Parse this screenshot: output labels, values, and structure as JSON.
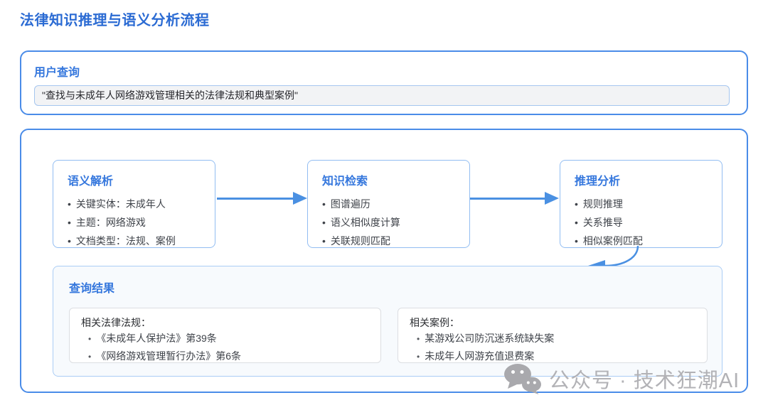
{
  "page": {
    "title": "法律知识推理与语义分析流程"
  },
  "user_query": {
    "label": "用户查询",
    "value": "\"查找与未成年人网络游戏管理相关的法律法规和典型案例\""
  },
  "flow": {
    "steps": [
      {
        "title": "语义解析",
        "items": [
          "关键实体：未成年人",
          "主题：网络游戏",
          "文档类型：法规、案例"
        ]
      },
      {
        "title": "知识检索",
        "items": [
          "图谱遍历",
          "语义相似度计算",
          "关联规则匹配"
        ]
      },
      {
        "title": "推理分析",
        "items": [
          "规则推理",
          "关系推导",
          "相似案例匹配"
        ]
      }
    ]
  },
  "results": {
    "title": "查询结果",
    "groups": [
      {
        "title": "相关法律法规：",
        "items": [
          "《未成年人保护法》第39条",
          "《网络游戏管理暂行办法》第6条"
        ]
      },
      {
        "title": "相关案例：",
        "items": [
          "某游戏公司防沉迷系统缺失案",
          "未成年人网游充值退费案"
        ]
      }
    ]
  },
  "watermark": {
    "icon": "wechat-icon",
    "text": "公众号 · 技术狂潮AI"
  },
  "colors": {
    "title_blue": "#2b6bd3",
    "header_blue": "#3577dd",
    "card_border_blue": "#4a8ce8",
    "step_border_blue": "#92bdf2",
    "arrow_blue": "#4a90e2",
    "results_bg": "#f7fafd",
    "watermark_gray": "#b2b2b6"
  }
}
